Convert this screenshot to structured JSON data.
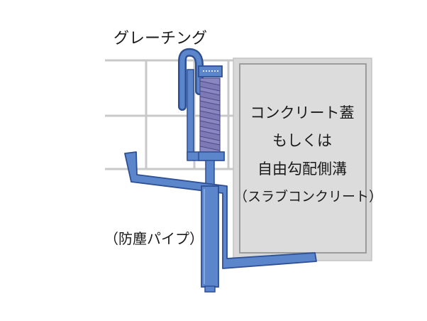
{
  "labels": {
    "grating": "グレーチング",
    "slab_line1": "コンクリート蓋",
    "slab_line2": "もしくは",
    "slab_line3": "自由勾配側溝",
    "slab_line4": "（スラブコンクリート）",
    "pipe": "（防塵パイプ）"
  },
  "colors": {
    "pipe_fill": "#5b86cc",
    "pipe_stroke": "#2e4f93",
    "spring": "#7d79b7",
    "grating_grid": "#c9c9c9",
    "slab_fill": "#d8d8d8",
    "slab_border": "#9c9c9c"
  }
}
